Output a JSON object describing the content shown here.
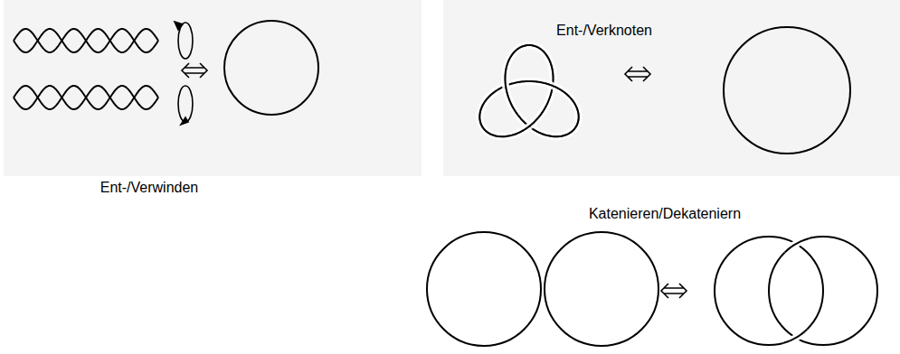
{
  "diagram": {
    "labels": [
      "Ent-/Verknoten",
      "Ent-/Verwinden",
      "Katenieren/Dekateniern"
    ]
  }
}
